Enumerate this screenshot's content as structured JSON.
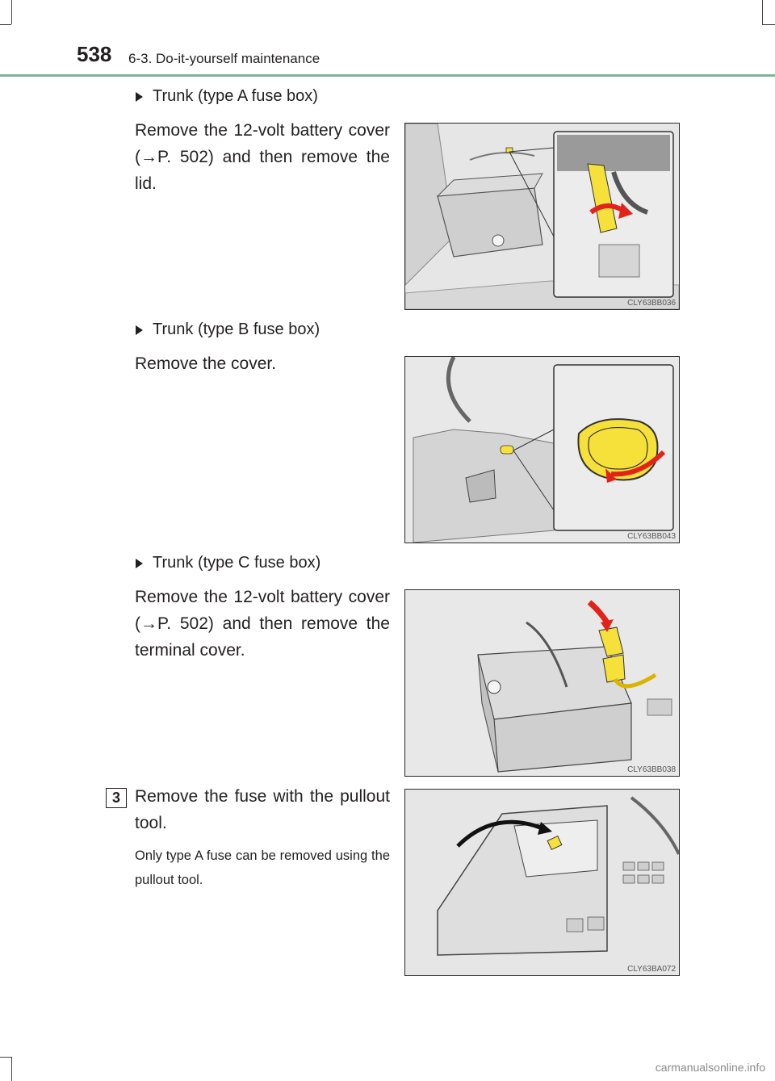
{
  "header": {
    "page_number": "538",
    "section_title": "6-3. Do-it-yourself maintenance"
  },
  "sections": [
    {
      "heading": "Trunk (type A fuse box)",
      "text": "Remove the 12-volt battery cover (→P. 502) and then remove the lid.",
      "figure_code": "CLY63BB036"
    },
    {
      "heading": "Trunk (type B fuse box)",
      "text": "Remove the cover.",
      "figure_code": "CLY63BB043"
    },
    {
      "heading": "Trunk (type C fuse box)",
      "text": "Remove the 12-volt battery cover (→P. 502) and then remove the terminal cover.",
      "figure_code": "CLY63BB038"
    }
  ],
  "step3": {
    "number": "3",
    "text": "Remove the fuse with the pullout tool.",
    "note": "Only type A fuse can be removed using the pullout tool.",
    "figure_code": "CLY63BA072"
  },
  "footer": {
    "watermark": "carmanualsonline.info"
  },
  "colors": {
    "rule": "#7fb69a",
    "highlight_yellow": "#f6e03a",
    "arrow_red": "#e2231a"
  }
}
